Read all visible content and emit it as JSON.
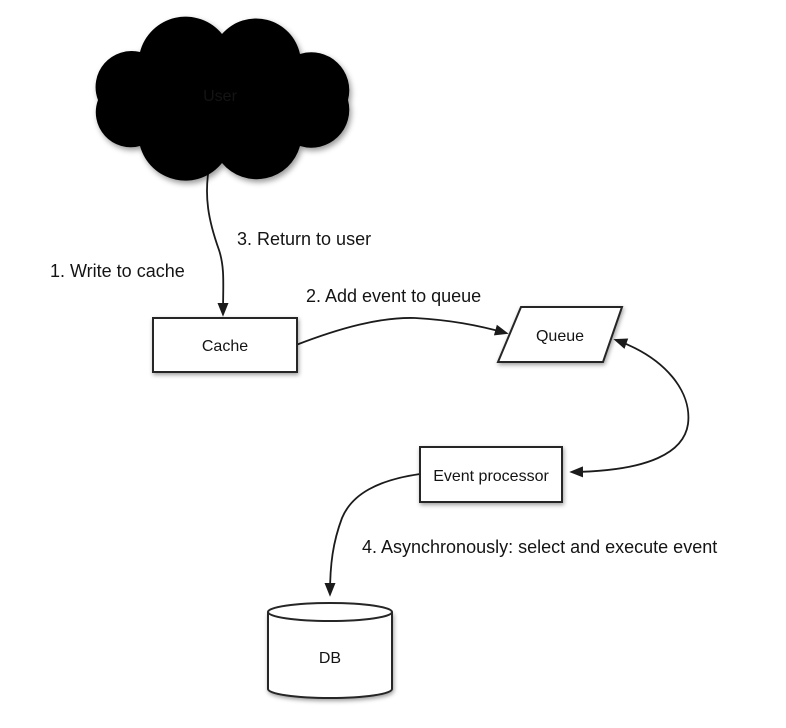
{
  "diagram": {
    "background_color": "#ffffff",
    "stroke_color": "#1b1b1b",
    "shape_fill_color": "#ffffff",
    "text_color": "#141414",
    "nodes": {
      "user": {
        "label": "User",
        "shape": "cloud"
      },
      "cache": {
        "label": "Cache",
        "shape": "rectangle"
      },
      "queue": {
        "label": "Queue",
        "shape": "parallelogram"
      },
      "event_processor": {
        "label": "Event processor",
        "shape": "rectangle"
      },
      "db": {
        "label": "DB",
        "shape": "cylinder"
      }
    },
    "steps": [
      {
        "label": "1. Write to cache",
        "from": "user",
        "to": "cache"
      },
      {
        "label": "2. Add event to queue",
        "from": "cache",
        "to": "queue"
      },
      {
        "label": "3. Return to user",
        "from": "cache",
        "to": "user"
      },
      {
        "label": "4. Asynchronously: select and execute event",
        "from": "event_processor",
        "to": "db"
      }
    ],
    "connectors": [
      {
        "from": "user",
        "to": "cache",
        "arrowheads": "end"
      },
      {
        "from": "cache",
        "to": "queue",
        "arrowheads": "end"
      },
      {
        "from": "queue",
        "to": "event_processor",
        "arrowheads": "both"
      },
      {
        "from": "event_processor",
        "to": "db",
        "arrowheads": "end"
      }
    ]
  }
}
